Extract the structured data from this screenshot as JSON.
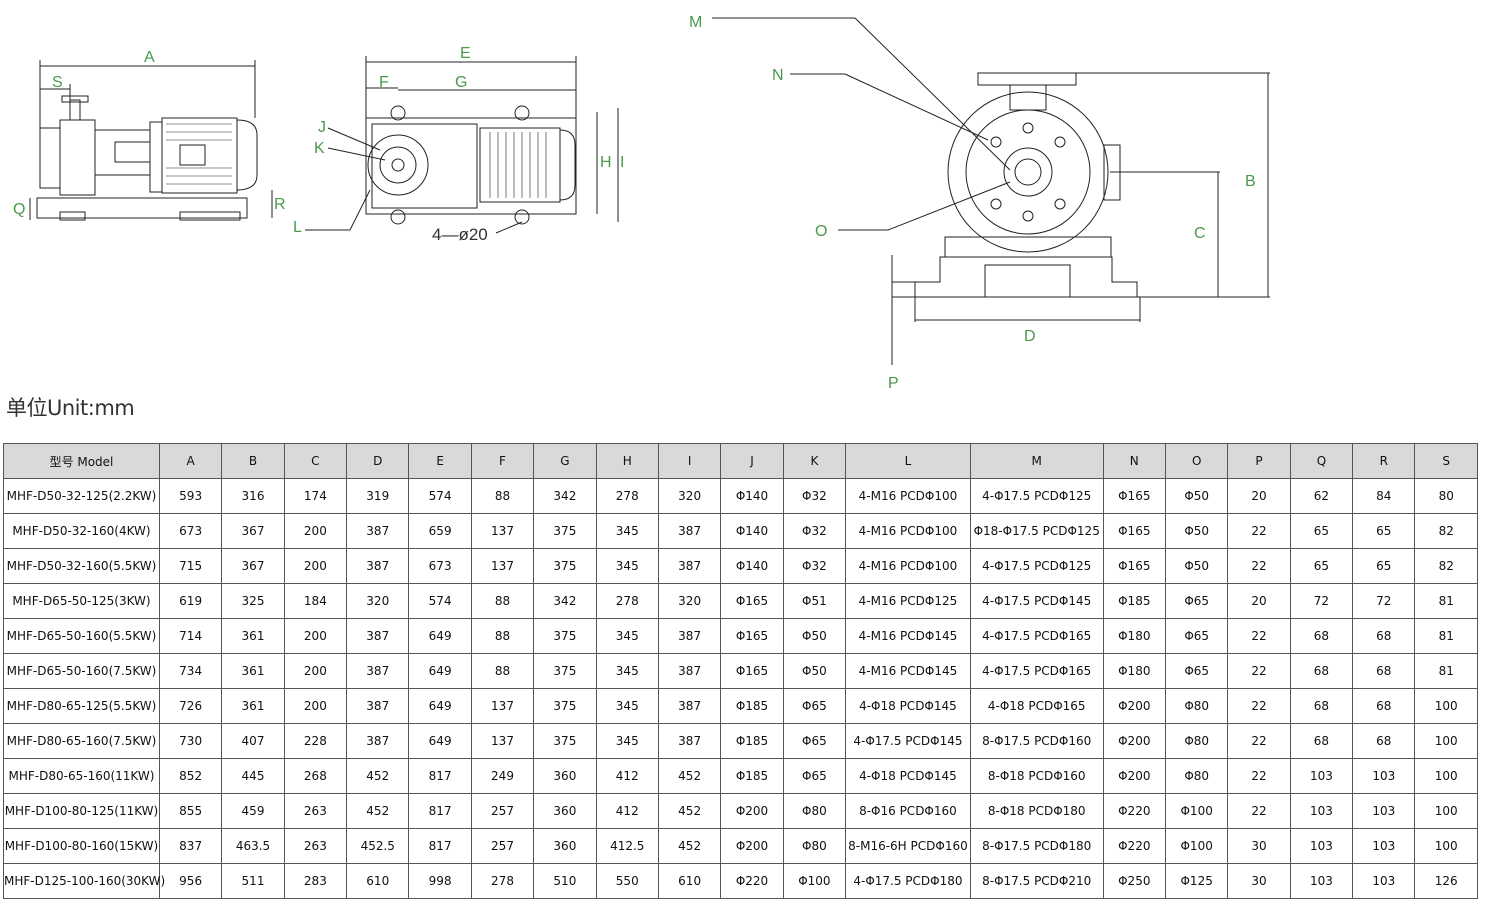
{
  "diagram_labels": {
    "side_view": {
      "A": "A",
      "S": "S",
      "Q": "Q",
      "R": "R"
    },
    "top_view": {
      "E": "E",
      "F": "F",
      "G": "G",
      "H": "H",
      "I": "I",
      "J": "J",
      "K": "K",
      "L": "L",
      "holes": "4—ø20"
    },
    "front_view": {
      "M": "M",
      "N": "N",
      "O": "O",
      "B": "B",
      "C": "C",
      "D": "D",
      "P": "P"
    }
  },
  "unit_label": "单位Unit:mm",
  "table": {
    "headers": [
      "型号 Model",
      "A",
      "B",
      "C",
      "D",
      "E",
      "F",
      "G",
      "H",
      "I",
      "J",
      "K",
      "L",
      "M",
      "N",
      "O",
      "P",
      "Q",
      "R",
      "S"
    ],
    "rows": [
      [
        "MHF-D50-32-125(2.2KW)",
        "593",
        "316",
        "174",
        "319",
        "574",
        "88",
        "342",
        "278",
        "320",
        "Φ140",
        "Φ32",
        "4-M16 PCDΦ100",
        "4-Φ17.5 PCDΦ125",
        "Φ165",
        "Φ50",
        "20",
        "62",
        "84",
        "80"
      ],
      [
        "MHF-D50-32-160(4KW)",
        "673",
        "367",
        "200",
        "387",
        "659",
        "137",
        "375",
        "345",
        "387",
        "Φ140",
        "Φ32",
        "4-M16 PCDΦ100",
        "Φ18-Φ17.5 PCDΦ125",
        "Φ165",
        "Φ50",
        "22",
        "65",
        "65",
        "82"
      ],
      [
        "MHF-D50-32-160(5.5KW)",
        "715",
        "367",
        "200",
        "387",
        "673",
        "137",
        "375",
        "345",
        "387",
        "Φ140",
        "Φ32",
        "4-M16 PCDΦ100",
        "4-Φ17.5 PCDΦ125",
        "Φ165",
        "Φ50",
        "22",
        "65",
        "65",
        "82"
      ],
      [
        "MHF-D65-50-125(3KW)",
        "619",
        "325",
        "184",
        "320",
        "574",
        "88",
        "342",
        "278",
        "320",
        "Φ165",
        "Φ51",
        "4-M16 PCDΦ125",
        "4-Φ17.5 PCDΦ145",
        "Φ185",
        "Φ65",
        "20",
        "72",
        "72",
        "81"
      ],
      [
        "MHF-D65-50-160(5.5KW)",
        "714",
        "361",
        "200",
        "387",
        "649",
        "88",
        "375",
        "345",
        "387",
        "Φ165",
        "Φ50",
        "4-M16 PCDΦ145",
        "4-Φ17.5 PCDΦ165",
        "Φ180",
        "Φ65",
        "22",
        "68",
        "68",
        "81"
      ],
      [
        "MHF-D65-50-160(7.5KW)",
        "734",
        "361",
        "200",
        "387",
        "649",
        "88",
        "375",
        "345",
        "387",
        "Φ165",
        "Φ50",
        "4-M16 PCDΦ145",
        "4-Φ17.5 PCDΦ165",
        "Φ180",
        "Φ65",
        "22",
        "68",
        "68",
        "81"
      ],
      [
        "MHF-D80-65-125(5.5KW)",
        "726",
        "361",
        "200",
        "387",
        "649",
        "137",
        "375",
        "345",
        "387",
        "Φ185",
        "Φ65",
        "4-Φ18 PCDΦ145",
        "4-Φ18 PCDΦ165",
        "Φ200",
        "Φ80",
        "22",
        "68",
        "68",
        "100"
      ],
      [
        "MHF-D80-65-160(7.5KW)",
        "730",
        "407",
        "228",
        "387",
        "649",
        "137",
        "375",
        "345",
        "387",
        "Φ185",
        "Φ65",
        "4-Φ17.5 PCDΦ145",
        "8-Φ17.5 PCDΦ160",
        "Φ200",
        "Φ80",
        "22",
        "68",
        "68",
        "100"
      ],
      [
        "MHF-D80-65-160(11KW)",
        "852",
        "445",
        "268",
        "452",
        "817",
        "249",
        "360",
        "412",
        "452",
        "Φ185",
        "Φ65",
        "4-Φ18 PCDΦ145",
        "8-Φ18 PCDΦ160",
        "Φ200",
        "Φ80",
        "22",
        "103",
        "103",
        "100"
      ],
      [
        "MHF-D100-80-125(11KW)",
        "855",
        "459",
        "263",
        "452",
        "817",
        "257",
        "360",
        "412",
        "452",
        "Φ200",
        "Φ80",
        "8-Φ16 PCDΦ160",
        "8-Φ18 PCDΦ180",
        "Φ220",
        "Φ100",
        "22",
        "103",
        "103",
        "100"
      ],
      [
        "MHF-D100-80-160(15KW)",
        "837",
        "463.5",
        "263",
        "452.5",
        "817",
        "257",
        "360",
        "412.5",
        "452",
        "Φ200",
        "Φ80",
        "8-M16-6H PCDΦ160",
        "8-Φ17.5 PCDΦ180",
        "Φ220",
        "Φ100",
        "30",
        "103",
        "103",
        "100"
      ],
      [
        "MHF-D125-100-160(30KW)",
        "956",
        "511",
        "283",
        "610",
        "998",
        "278",
        "510",
        "550",
        "610",
        "Φ220",
        "Φ100",
        "4-Φ17.5 PCDΦ180",
        "8-Φ17.5 PCDΦ210",
        "Φ250",
        "Φ125",
        "30",
        "103",
        "103",
        "126"
      ]
    ]
  }
}
